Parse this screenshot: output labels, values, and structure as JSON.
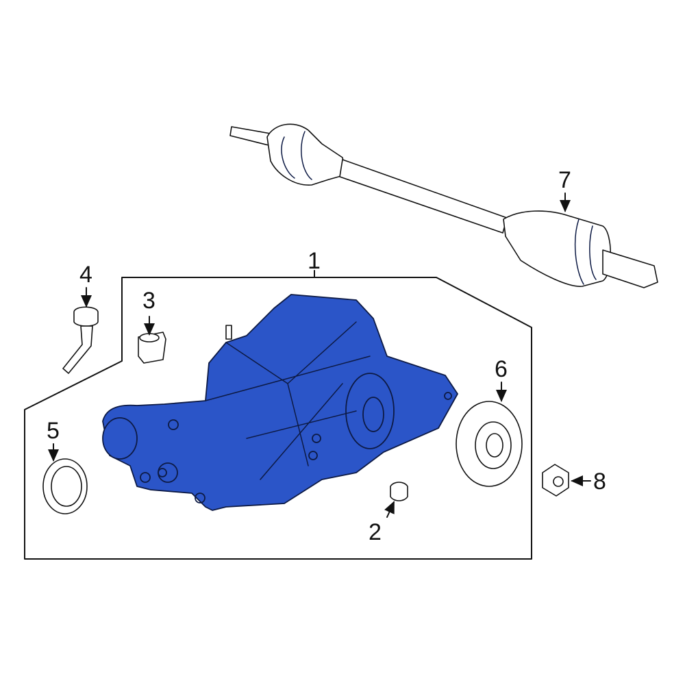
{
  "diagram": {
    "callouts": [
      {
        "number": "1",
        "part": "differential-assembly"
      },
      {
        "number": "2",
        "part": "plug"
      },
      {
        "number": "3",
        "part": "bushing"
      },
      {
        "number": "4",
        "part": "vent-hose"
      },
      {
        "number": "5",
        "part": "seal"
      },
      {
        "number": "6",
        "part": "seal"
      },
      {
        "number": "7",
        "part": "axle-shaft"
      },
      {
        "number": "8",
        "part": "nut"
      }
    ],
    "highlight_color": "#2b55c8",
    "line_color": "#111111"
  }
}
